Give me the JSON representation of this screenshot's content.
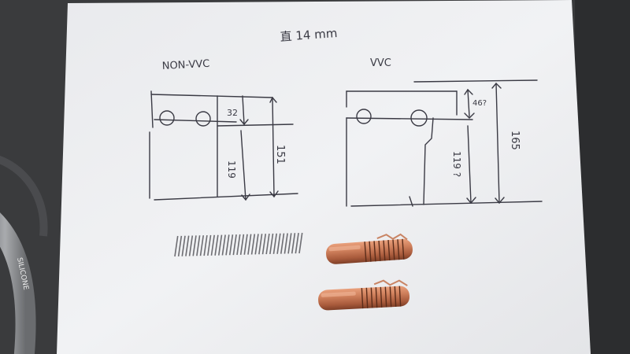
{
  "sketch": {
    "heading": "直 14 mm",
    "left": {
      "label": "NON-VVC",
      "dim_top": "32",
      "dim_middle": "119",
      "dim_total": "151"
    },
    "right": {
      "label": "VVC",
      "dim_top": "46?",
      "dim_middle": "119 ?",
      "dim_total": "165"
    }
  },
  "cable": {
    "text": "SILICONE"
  },
  "colors": {
    "desk": "#3a3b3d",
    "paper": "#eeeff1",
    "ink": "#3a3a44",
    "copper": "#c0714e",
    "spring": "#7a7a7e"
  }
}
